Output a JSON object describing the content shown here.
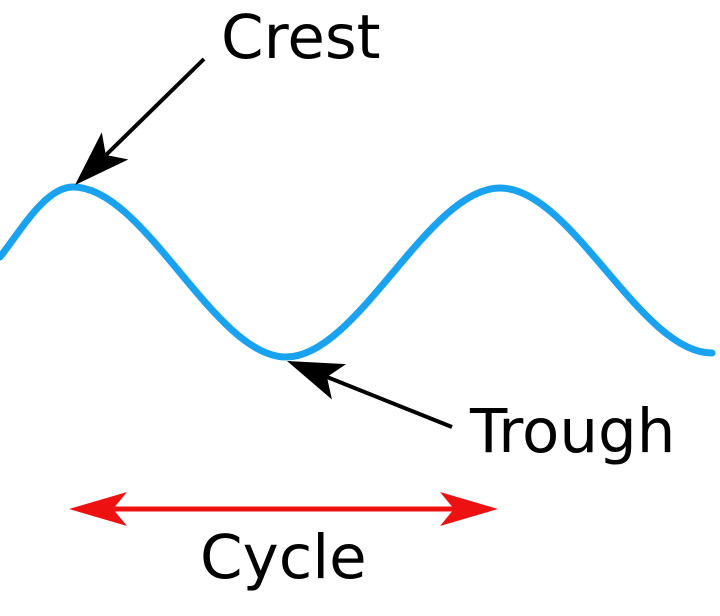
{
  "diagram": {
    "labels": {
      "crest": "Crest",
      "trough": "Trough",
      "cycle": "Cycle"
    },
    "colors": {
      "wave": "#19A2F0",
      "annotation": "#000000",
      "cycle_arrow": "#EE1111",
      "background": "#FFFFFF"
    }
  }
}
